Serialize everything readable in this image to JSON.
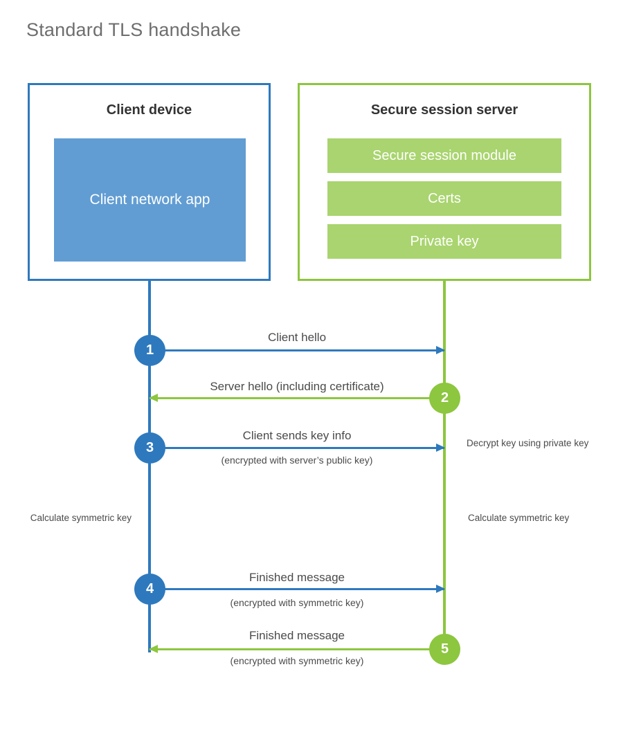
{
  "title": "Standard TLS handshake",
  "colors": {
    "client_accent": "#2e79bd",
    "client_app_fill": "#619dd3",
    "server_accent": "#8dc63f",
    "server_bar_fill": "#a9d46f",
    "title_text": "#6e6e6e",
    "body_text": "#4a4a4a",
    "heading_text": "#333333",
    "background": "#ffffff"
  },
  "client": {
    "title": "Client device",
    "app_label": "Client network app"
  },
  "server": {
    "title": "Secure session server",
    "bars": [
      {
        "label": "Secure session module"
      },
      {
        "label": "Certs"
      },
      {
        "label": "Private key"
      }
    ]
  },
  "steps": [
    {
      "number": "1",
      "side": "client",
      "direction": "right",
      "label": "Client hello",
      "sublabel": ""
    },
    {
      "number": "2",
      "side": "server",
      "direction": "left",
      "label": "Server hello (including certificate)",
      "sublabel": ""
    },
    {
      "number": "3",
      "side": "client",
      "direction": "right",
      "label": "Client sends key info",
      "sublabel": "(encrypted with server’s public key)"
    },
    {
      "number": "4",
      "side": "client",
      "direction": "right",
      "label": "Finished message",
      "sublabel": "(encrypted with symmetric key)"
    },
    {
      "number": "5",
      "side": "server",
      "direction": "left",
      "label": "Finished message",
      "sublabel": "(encrypted with symmetric key)"
    }
  ],
  "notes": {
    "decrypt_key": "Decrypt key using private key",
    "client_calculate": "Calculate symmetric key",
    "server_calculate": "Calculate symmetric key"
  }
}
